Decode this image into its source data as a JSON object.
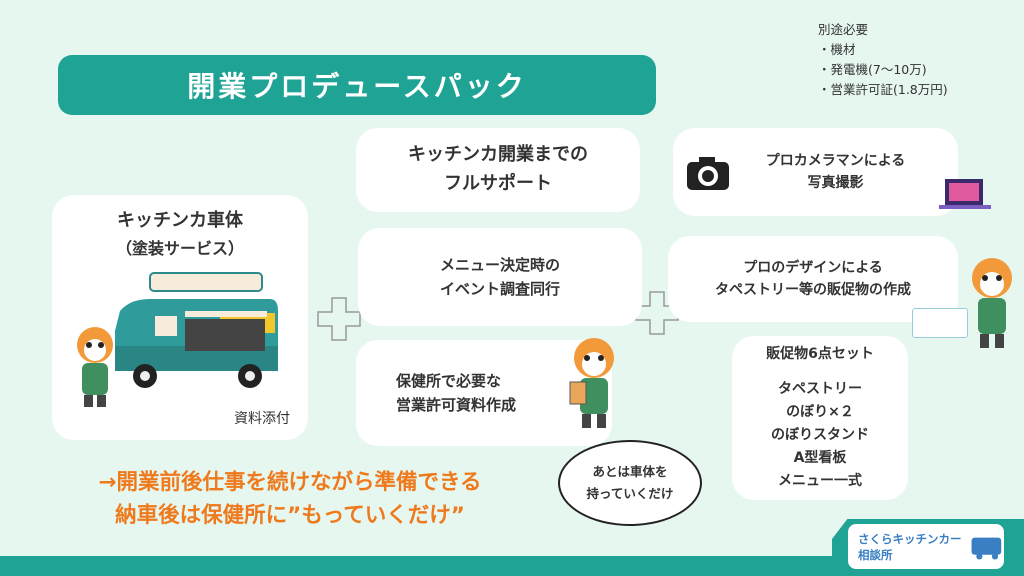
{
  "title": "開業プロデュースパック",
  "notes": {
    "heading": "別途必要",
    "items": [
      "・機材",
      "・発電機(7〜10万)",
      "・営業許可証(1.8万円)"
    ]
  },
  "cards": {
    "truck": {
      "line1": "キッチンカ車体",
      "line2": "（塗装サービス）",
      "note": "資料添付"
    },
    "support": {
      "line1": "キッチンカ開業までの",
      "line2": "フルサポート"
    },
    "menu": {
      "line1": "メニュー決定時の",
      "line2": "イベント調査同行"
    },
    "health": {
      "line1": "保健所で必要な",
      "line2": "営業許可資料作成"
    },
    "photo": {
      "line1": "プロカメラマンによる",
      "line2": "写真撮影"
    },
    "design": {
      "line1": "プロのデザインによる",
      "line2": "タペストリー等の販促物の作成"
    },
    "promo": {
      "heading": "販促物6点セット",
      "items": [
        "タペストリー",
        "のぼり×２",
        "のぼりスタンド",
        "A型看板",
        "メニュー一式"
      ]
    }
  },
  "bubble": {
    "line1": "あとは車体を",
    "line2": "持っていくだけ"
  },
  "footer_message": {
    "line1": "→開業前後仕事を続けながら準備できる",
    "line2": "納車後は保健所に”もっていくだけ”"
  },
  "logo": {
    "text": "さくらキッチンカー相談所"
  },
  "colors": {
    "teal": "#1fa394",
    "orange": "#ef7a1d",
    "background": "#e6f7ef"
  }
}
